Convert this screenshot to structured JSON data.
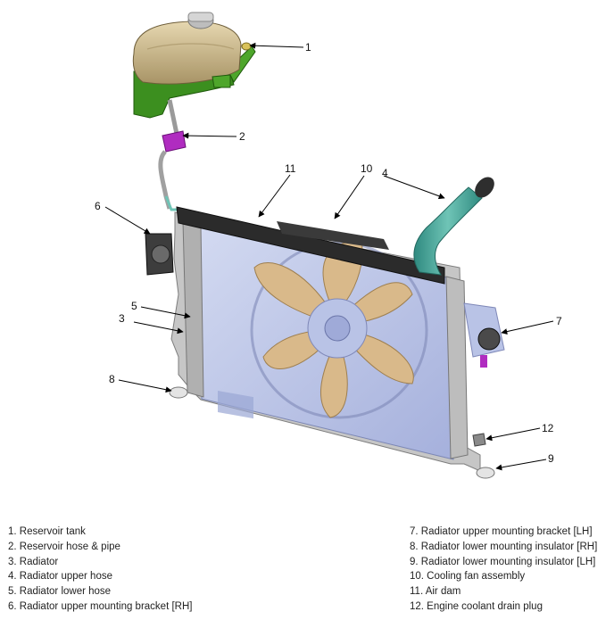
{
  "callouts": [
    "1",
    "2",
    "3",
    "4",
    "5",
    "6",
    "7",
    "8",
    "9",
    "10",
    "11",
    "12"
  ],
  "legend_left": [
    "1. Reservoir tank",
    "2. Reservoir hose & pipe",
    "3. Radiator",
    "4. Radiator upper hose",
    "5. Radiator lower hose",
    "6. Radiator upper mounting bracket [RH]"
  ],
  "legend_right": [
    "7. Radiator upper mounting bracket [LH]",
    "8. Radiator lower mounting insulator [RH]",
    "9. Radiator lower mounting insulator [LH]",
    "10. Cooling fan assembly",
    "11. Air dam",
    "12. Engine coolant drain plug"
  ],
  "colors": {
    "tank": "#c9b68a",
    "tank_bracket": "#3c8f1f",
    "hose_pipe": "#b02cc0",
    "radiator": "#b9c3e6",
    "upper_hose": "#4fa89c",
    "fan": "#d9b98a",
    "air_dam": "#2b2b2b"
  }
}
